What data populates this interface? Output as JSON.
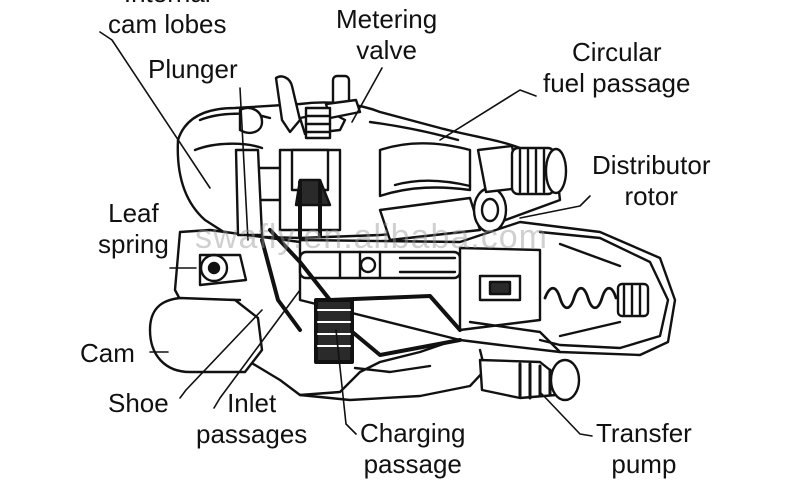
{
  "labels": {
    "cam_lobes": [
      "Internal",
      "cam lobes"
    ],
    "plunger": [
      "Plunger"
    ],
    "metering_valve": [
      "Metering",
      "valve"
    ],
    "circular_fuel_passage": [
      "Circular",
      "fuel passage"
    ],
    "distributor_rotor": [
      "Distributor",
      "rotor"
    ],
    "leaf_spring": [
      "Leaf",
      "spring"
    ],
    "cam": [
      "Cam"
    ],
    "shoe": [
      "Shoe"
    ],
    "inlet_passages": [
      "Inlet",
      "passages"
    ],
    "charging_passage": [
      "Charging",
      "passage"
    ],
    "transfer_pump": [
      "Transfer",
      "pump"
    ]
  },
  "watermark": "swafly.en.alibaba.com",
  "colors": {
    "ink": "#111111",
    "paper": "#ffffff",
    "shade": "#2a2a2a"
  }
}
